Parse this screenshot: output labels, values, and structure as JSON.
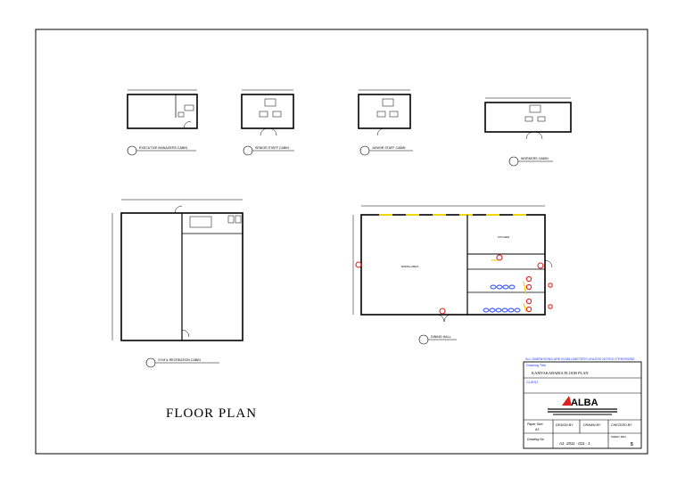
{
  "sheet_title": "FLOOR PLAN",
  "cabins": [
    {
      "id": "1",
      "label": "EXECUTIVE MANAGERS CABIN"
    },
    {
      "id": "2",
      "label": "SENIOR STAFF CABIN"
    },
    {
      "id": "3",
      "label": "JUNIOR STAFF CABIN"
    },
    {
      "id": "4",
      "label": "WORKERS CABIN"
    },
    {
      "id": "5",
      "label": "GYM & RECREATION CABIN"
    },
    {
      "id": "6",
      "label": "DINING HALL"
    }
  ],
  "rooms": {
    "dining_area": "DINING AREA",
    "kitchen": "KITCHEN"
  },
  "title_block": {
    "note": "ALL DIMENSIONS ARE IN MILLIMETERS UNLESS NOTED OTHERWISE",
    "drawing_title_label": "Drawing Title",
    "drawing_title": "KAMTAKABARIA    FLOOR PLAN",
    "client_label": "CLIENT",
    "company": "ALBA",
    "paper_size_label": "Paper Size",
    "paper_size": "A3",
    "design_label": "DESIGN BY",
    "drawn_label": "DRAWN BY",
    "checked_label": "CHECKED BY",
    "drawing_no_label": "Drawing No.",
    "drawing_no": "A1- 2011 - 011 - 1",
    "rev_label": "SHEET REV.",
    "rev": "5"
  },
  "colors": {
    "line": "#000000",
    "accent_blue": "#1f3fff",
    "door_red": "#e0201c",
    "window_yellow": "#f2d600"
  }
}
